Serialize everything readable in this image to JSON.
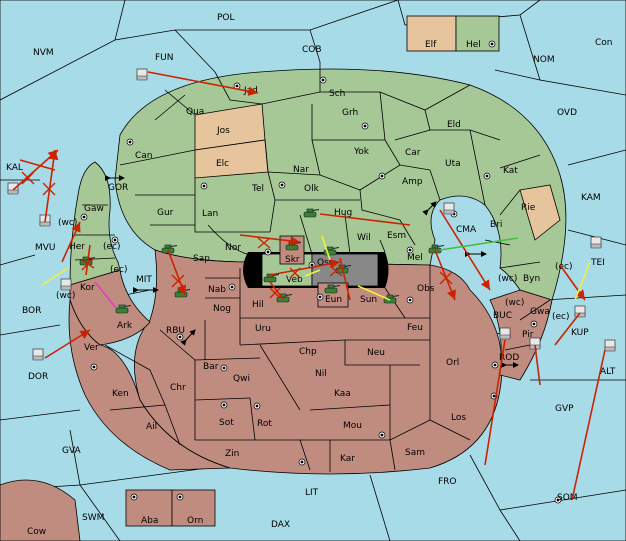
{
  "colors": {
    "sea": "#a8dbe8",
    "green_territory": "#a6c896",
    "tan_territory": "#e6c49c",
    "red_territory": "#c08c80",
    "order_arrow": "#cc2200",
    "support_yellow": "#f0f040",
    "support_green": "#40c040",
    "convoy_magenta": "#e040c0"
  },
  "sea_regions": {
    "pol": "POL",
    "cob": "COB",
    "nvm": "NVM",
    "fun": "FUN",
    "nom": "NOM",
    "con": "Con",
    "ovd": "OVD",
    "kam": "KAM",
    "kal": "KAL",
    "gor": "GOR",
    "mvu": "MVU",
    "mit": "MIT",
    "bor": "BOR",
    "rbu": "RBU",
    "dor": "DOR",
    "buc": "BUC",
    "rod": "ROD",
    "kup": "KUP",
    "tei": "TEI",
    "alt": "ALT",
    "gvp": "GVP",
    "gva": "GVA",
    "fro": "FRO",
    "lit": "LIT",
    "som": "SOM",
    "swm": "SWM",
    "dax": "DAX",
    "cow": "Cow",
    "elf": "Elf",
    "hel": "Hel",
    "aba": "Aba",
    "orn": "Orn"
  },
  "land_regions": {
    "jad": "Jad",
    "sch": "Sch",
    "qua": "Qua",
    "jos": "Jos",
    "grh": "Grh",
    "eld": "Eld",
    "can": "Can",
    "elc": "Elc",
    "nar": "Nar",
    "yok": "Yok",
    "car": "Car",
    "uta": "Uta",
    "kat": "Kat",
    "tel": "Tel",
    "olk": "Olk",
    "amp": "Amp",
    "gur": "Gur",
    "lan": "Lan",
    "hug": "Hug",
    "rie": "Rie",
    "bri": "Bri",
    "gaw": "Gaw",
    "her": "Her",
    "sap": "Sap",
    "nor": "Nor",
    "wil": "Wil",
    "esm": "Esm",
    "cma": "CMA",
    "skr": "Skr",
    "ost": "Ost",
    "mel": "Mel",
    "byn": "Byn",
    "kor": "Kor",
    "nab": "Nab",
    "veb": "Veb",
    "obs": "Obs",
    "hil": "Hil",
    "eun": "Eun",
    "sun": "Sun",
    "ark": "Ark",
    "nog": "Nog",
    "uru": "Uru",
    "feu": "Feu",
    "gwa": "Gwa",
    "pir": "Pir",
    "ver": "Ver",
    "chp": "Chp",
    "neu": "Neu",
    "orl": "Orl",
    "bar": "Bar",
    "qwi": "Qwi",
    "nil": "Nil",
    "ken": "Ken",
    "chr": "Chr",
    "kaa": "Kaa",
    "ail": "Ail",
    "sot": "Sot",
    "rot": "Rot",
    "mou": "Mou",
    "los": "Los",
    "zin": "Zin",
    "kar": "Kar",
    "sam": "Sam"
  },
  "coast_tags": {
    "wc": "(wc)",
    "ec": "(ec)"
  }
}
